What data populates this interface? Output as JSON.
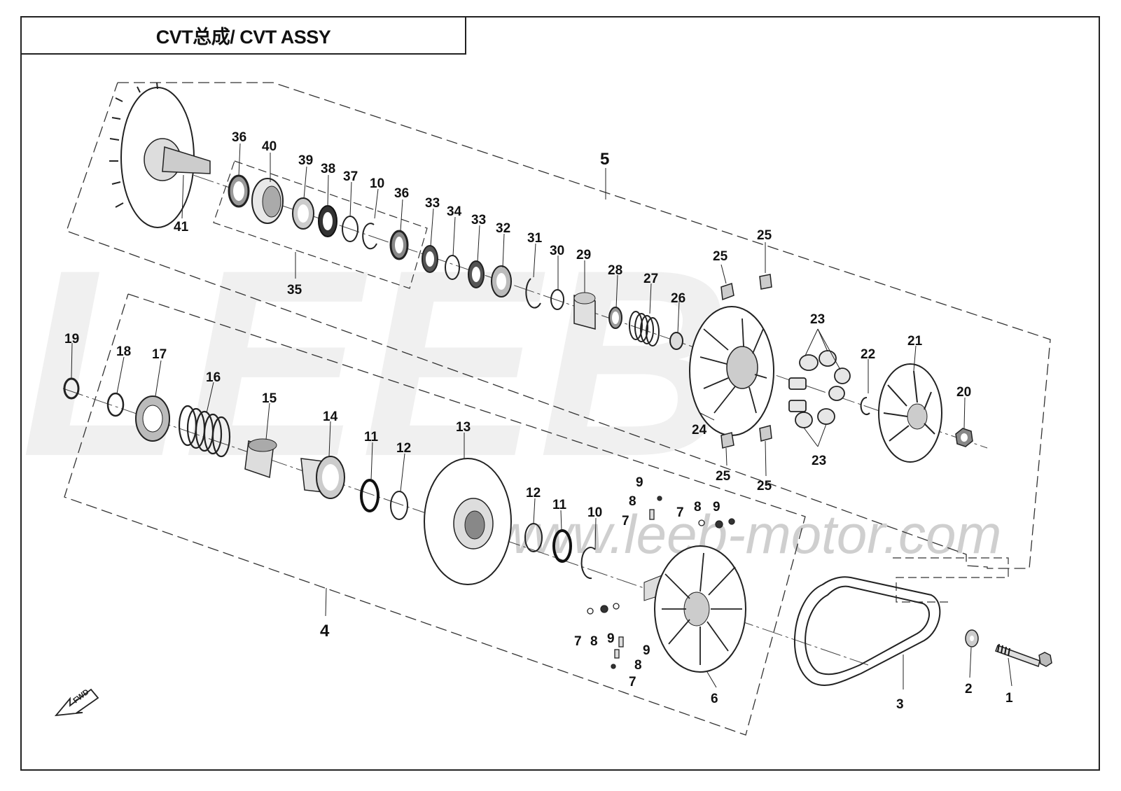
{
  "title": "CVT总成/ CVT ASSY",
  "watermark": {
    "logo": "LEEB",
    "url": "www.leeb-motor.com"
  },
  "fwd_arrow_label": "FWD",
  "callouts": [
    {
      "id": "c1",
      "label": "1"
    },
    {
      "id": "c2",
      "label": "2"
    },
    {
      "id": "c3",
      "label": "3"
    },
    {
      "id": "c4",
      "label": "4"
    },
    {
      "id": "c5",
      "label": "5"
    },
    {
      "id": "c6",
      "label": "6"
    },
    {
      "id": "c7a",
      "label": "7"
    },
    {
      "id": "c7b",
      "label": "7"
    },
    {
      "id": "c7c",
      "label": "7"
    },
    {
      "id": "c7d",
      "label": "7"
    },
    {
      "id": "c8a",
      "label": "8"
    },
    {
      "id": "c8b",
      "label": "8"
    },
    {
      "id": "c8c",
      "label": "8"
    },
    {
      "id": "c8d",
      "label": "8"
    },
    {
      "id": "c9a",
      "label": "9"
    },
    {
      "id": "c9b",
      "label": "9"
    },
    {
      "id": "c9c",
      "label": "9"
    },
    {
      "id": "c9d",
      "label": "9"
    },
    {
      "id": "c10a",
      "label": "10"
    },
    {
      "id": "c10b",
      "label": "10"
    },
    {
      "id": "c11a",
      "label": "11"
    },
    {
      "id": "c11b",
      "label": "11"
    },
    {
      "id": "c12a",
      "label": "12"
    },
    {
      "id": "c12b",
      "label": "12"
    },
    {
      "id": "c13",
      "label": "13"
    },
    {
      "id": "c14",
      "label": "14"
    },
    {
      "id": "c15",
      "label": "15"
    },
    {
      "id": "c16",
      "label": "16"
    },
    {
      "id": "c17",
      "label": "17"
    },
    {
      "id": "c18",
      "label": "18"
    },
    {
      "id": "c19",
      "label": "19"
    },
    {
      "id": "c20",
      "label": "20"
    },
    {
      "id": "c21",
      "label": "21"
    },
    {
      "id": "c22",
      "label": "22"
    },
    {
      "id": "c23a",
      "label": "23"
    },
    {
      "id": "c23b",
      "label": "23"
    },
    {
      "id": "c24",
      "label": "24"
    },
    {
      "id": "c25a",
      "label": "25"
    },
    {
      "id": "c25b",
      "label": "25"
    },
    {
      "id": "c25c",
      "label": "25"
    },
    {
      "id": "c25d",
      "label": "25"
    },
    {
      "id": "c26",
      "label": "26"
    },
    {
      "id": "c27",
      "label": "27"
    },
    {
      "id": "c28",
      "label": "28"
    },
    {
      "id": "c29",
      "label": "29"
    },
    {
      "id": "c30",
      "label": "30"
    },
    {
      "id": "c31",
      "label": "31"
    },
    {
      "id": "c32",
      "label": "32"
    },
    {
      "id": "c33a",
      "label": "33"
    },
    {
      "id": "c33b",
      "label": "33"
    },
    {
      "id": "c34",
      "label": "34"
    },
    {
      "id": "c35",
      "label": "35"
    },
    {
      "id": "c36a",
      "label": "36"
    },
    {
      "id": "c36b",
      "label": "36"
    },
    {
      "id": "c37",
      "label": "37"
    },
    {
      "id": "c38",
      "label": "38"
    },
    {
      "id": "c39",
      "label": "39"
    },
    {
      "id": "c40",
      "label": "40"
    },
    {
      "id": "c41",
      "label": "41"
    }
  ]
}
